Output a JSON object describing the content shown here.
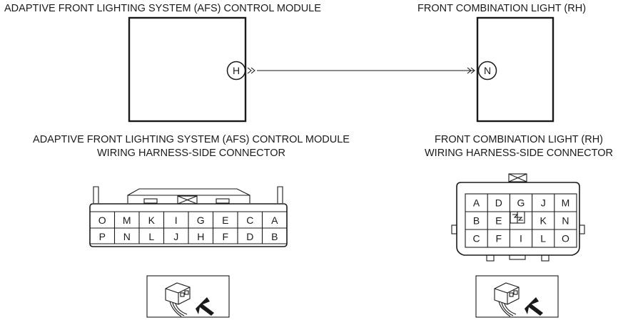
{
  "titles": {
    "afs_module": "ADAPTIVE FRONT LIGHTING SYSTEM (AFS) CONTROL MODULE",
    "front_light": "FRONT COMBINATION LIGHT (RH)",
    "afs_connector_line1": "ADAPTIVE FRONT LIGHTING SYSTEM (AFS) CONTROL MODULE",
    "afs_connector_line2": "WIRING HARNESS-SIDE CONNECTOR",
    "light_connector_line1": "FRONT COMBINATION LIGHT (RH)",
    "light_connector_line2": "WIRING HARNESS-SIDE CONNECTOR"
  },
  "connection": {
    "from_terminal": "H",
    "to_terminal": "N"
  },
  "afs_connector": {
    "top_row": [
      "O",
      "M",
      "K",
      "I",
      "G",
      "E",
      "C",
      "A"
    ],
    "bottom_row": [
      "P",
      "N",
      "L",
      "J",
      "H",
      "F",
      "D",
      "B"
    ]
  },
  "light_connector": {
    "rows": [
      [
        "A",
        "D",
        "G",
        "J",
        "M"
      ],
      [
        "B",
        "E",
        "",
        "K",
        "N"
      ],
      [
        "C",
        "F",
        "I",
        "L",
        "O"
      ]
    ]
  },
  "icons": {
    "afs_view": "harness-side-view-icon",
    "light_view": "harness-side-view-icon"
  }
}
